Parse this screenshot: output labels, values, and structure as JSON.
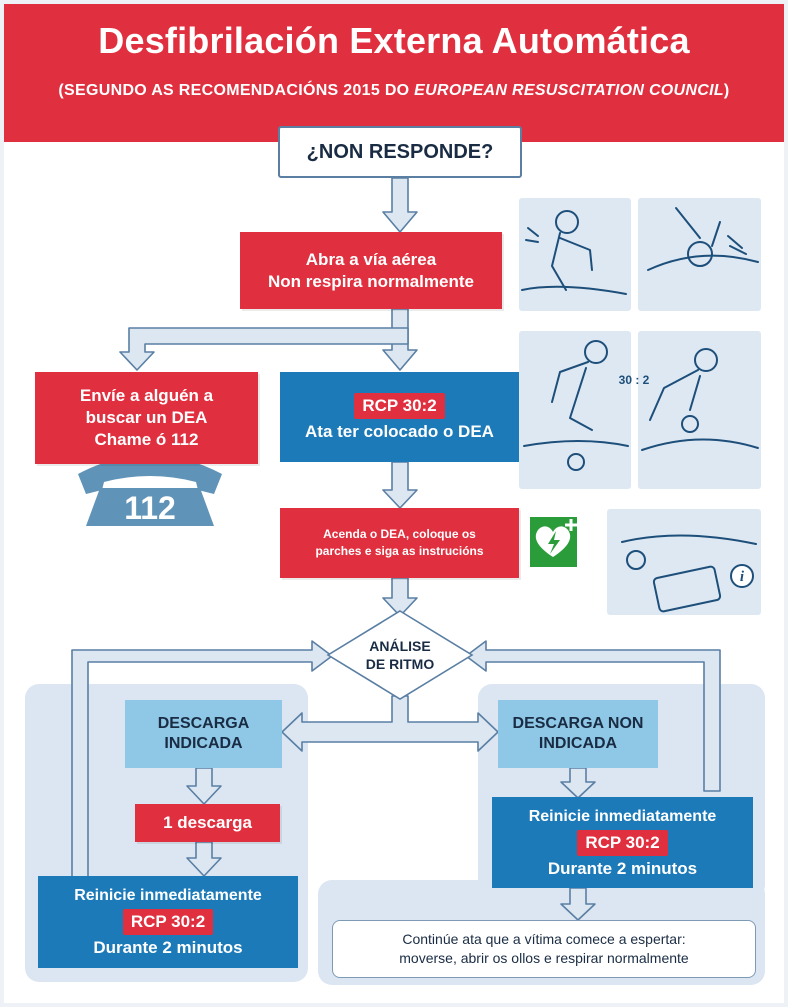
{
  "header": {
    "title": "Desfibrilación Externa Automática",
    "subtitle_pre": "(SEGUNDO AS RECOMENDACIÓNS 2015 DO ",
    "subtitle_em": "EUROPEAN RESUSCITATION COUNCIL",
    "subtitle_post": ")"
  },
  "flow": {
    "start": "¿NON RESPONDE?",
    "airway": [
      "Abra a vía aérea",
      "Non respira normalmente"
    ],
    "send": [
      "Envíe a alguén a",
      "buscar un DEA",
      "Chame ó 112"
    ],
    "cpr": {
      "badge": "RCP 30:2",
      "text": "Ata ter colocado o DEA"
    },
    "aed": [
      "Acenda o DEA, coloque os",
      "parches e siga as instrucións"
    ],
    "rhythm": [
      "ANÁLISE",
      "DE RITMO"
    ],
    "shock_indicated": [
      "DESCARGA",
      "INDICADA"
    ],
    "one_shock": "1 descarga",
    "restart_left": {
      "title": "Reinicie inmediatamente",
      "badge": "RCP 30:2",
      "duration": "Durante 2 minutos"
    },
    "no_shock": [
      "DESCARGA NON",
      "INDICADA"
    ],
    "restart_right": {
      "title": "Reinicie inmediatamente",
      "badge": "RCP 30:2",
      "duration": "Durante 2 minutos"
    },
    "continue": [
      "Continúe ata que a vítima comece a espertar:",
      "moverse, abrir os ollos e respirar normalmente"
    ]
  },
  "phone": {
    "number": "112"
  },
  "illustrations": {
    "ratio": "30 : 2"
  },
  "colors": {
    "red": "#e0303f",
    "blue": "#1c7ab8",
    "light_blue": "#8ec8e6",
    "panel": "#dbe6f2",
    "arrow_fill": "#dce7f2",
    "arrow_stroke": "#5a7fa3",
    "aed_green": "#2a9d3a"
  }
}
